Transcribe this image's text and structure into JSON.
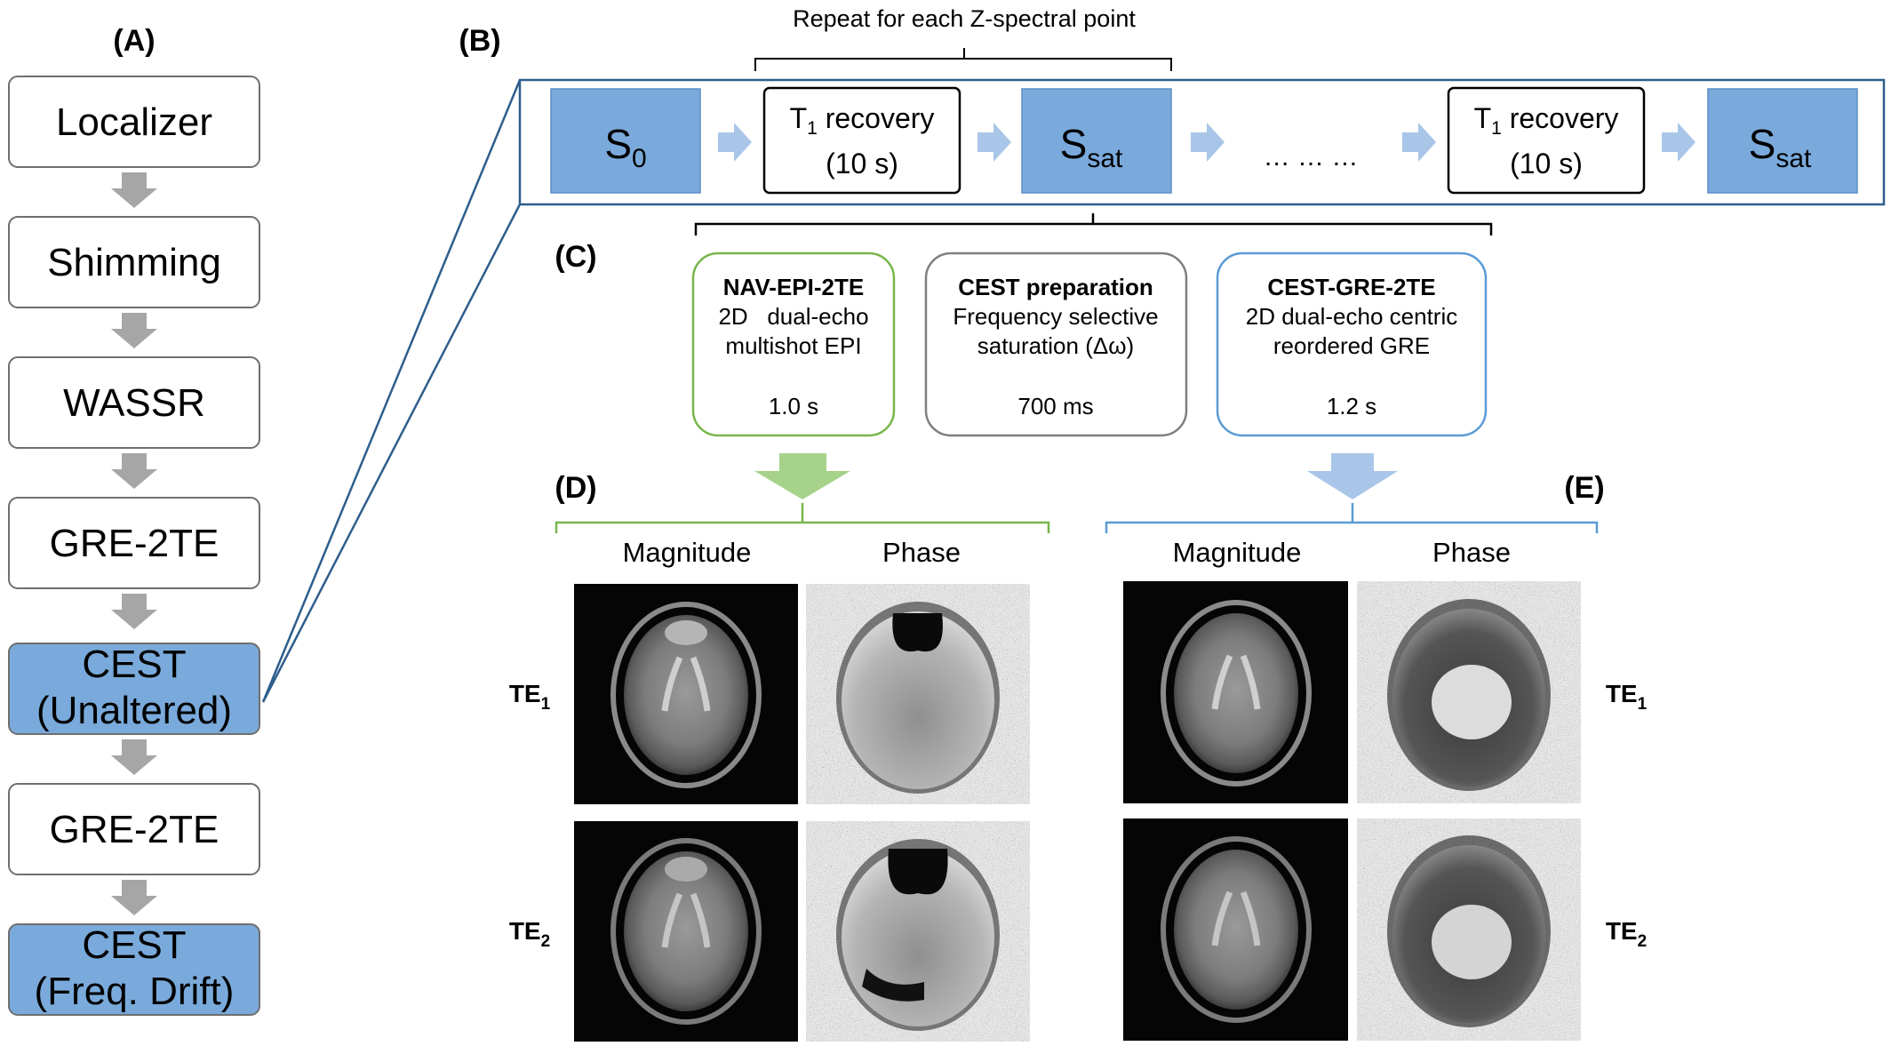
{
  "panel_a": {
    "label": "(A)",
    "steps": [
      {
        "line1": "Localizer",
        "line2": "",
        "highlight": false
      },
      {
        "line1": "Shimming",
        "line2": "",
        "highlight": false
      },
      {
        "line1": "WASSR",
        "line2": "",
        "highlight": false
      },
      {
        "line1": "GRE-2TE",
        "line2": "",
        "highlight": false
      },
      {
        "line1": "CEST",
        "line2": "(Unaltered)",
        "highlight": true
      },
      {
        "line1": "GRE-2TE",
        "line2": "",
        "highlight": false
      },
      {
        "line1": "CEST",
        "line2": "(Freq. Drift)",
        "highlight": true
      }
    ]
  },
  "panel_b": {
    "label": "(B)",
    "repeat_label": "Repeat for each Z-spectral point",
    "s0": {
      "main": "S",
      "sub": "0"
    },
    "ssat": {
      "main": "S",
      "sub": "sat"
    },
    "t1_recovery": {
      "pre": "T",
      "sub": "1",
      "post": " recovery",
      "duration": "(10 s)"
    },
    "ellipsis": "… … …"
  },
  "panel_c": {
    "label": "(C)",
    "boxes": [
      {
        "title": "NAV-EPI-2TE",
        "line1": "2D   dual-echo",
        "line2": "multishot EPI",
        "time": "1.0 s"
      },
      {
        "title": "CEST preparation",
        "line1": "Frequency selective",
        "line2": "saturation (Δω)",
        "time": "700 ms"
      },
      {
        "title": "CEST-GRE-2TE",
        "line1": "2D dual-echo centric",
        "line2": "reordered GRE",
        "time": "1.2 s"
      }
    ]
  },
  "panel_d": {
    "label": "(D)",
    "magnitude": "Magnitude",
    "phase": "Phase"
  },
  "panel_e": {
    "label": "(E)",
    "magnitude": "Magnitude",
    "phase": "Phase"
  },
  "echoes": {
    "te1": {
      "main": "TE",
      "sub": "1"
    },
    "te2": {
      "main": "TE",
      "sub": "2"
    }
  },
  "colors": {
    "highlight_fill": "#7aaadb",
    "box_border": "#6f6f6f",
    "gray_arrow": "#a6a6a6",
    "light_blue_arrow": "#a9c6e8",
    "green": "#77b64a",
    "green_arrow": "#a6d28a",
    "blue_outline": "#5b9bd5",
    "dark_blue": "#2e5e8c",
    "gray_outline": "#7f7f7f"
  }
}
